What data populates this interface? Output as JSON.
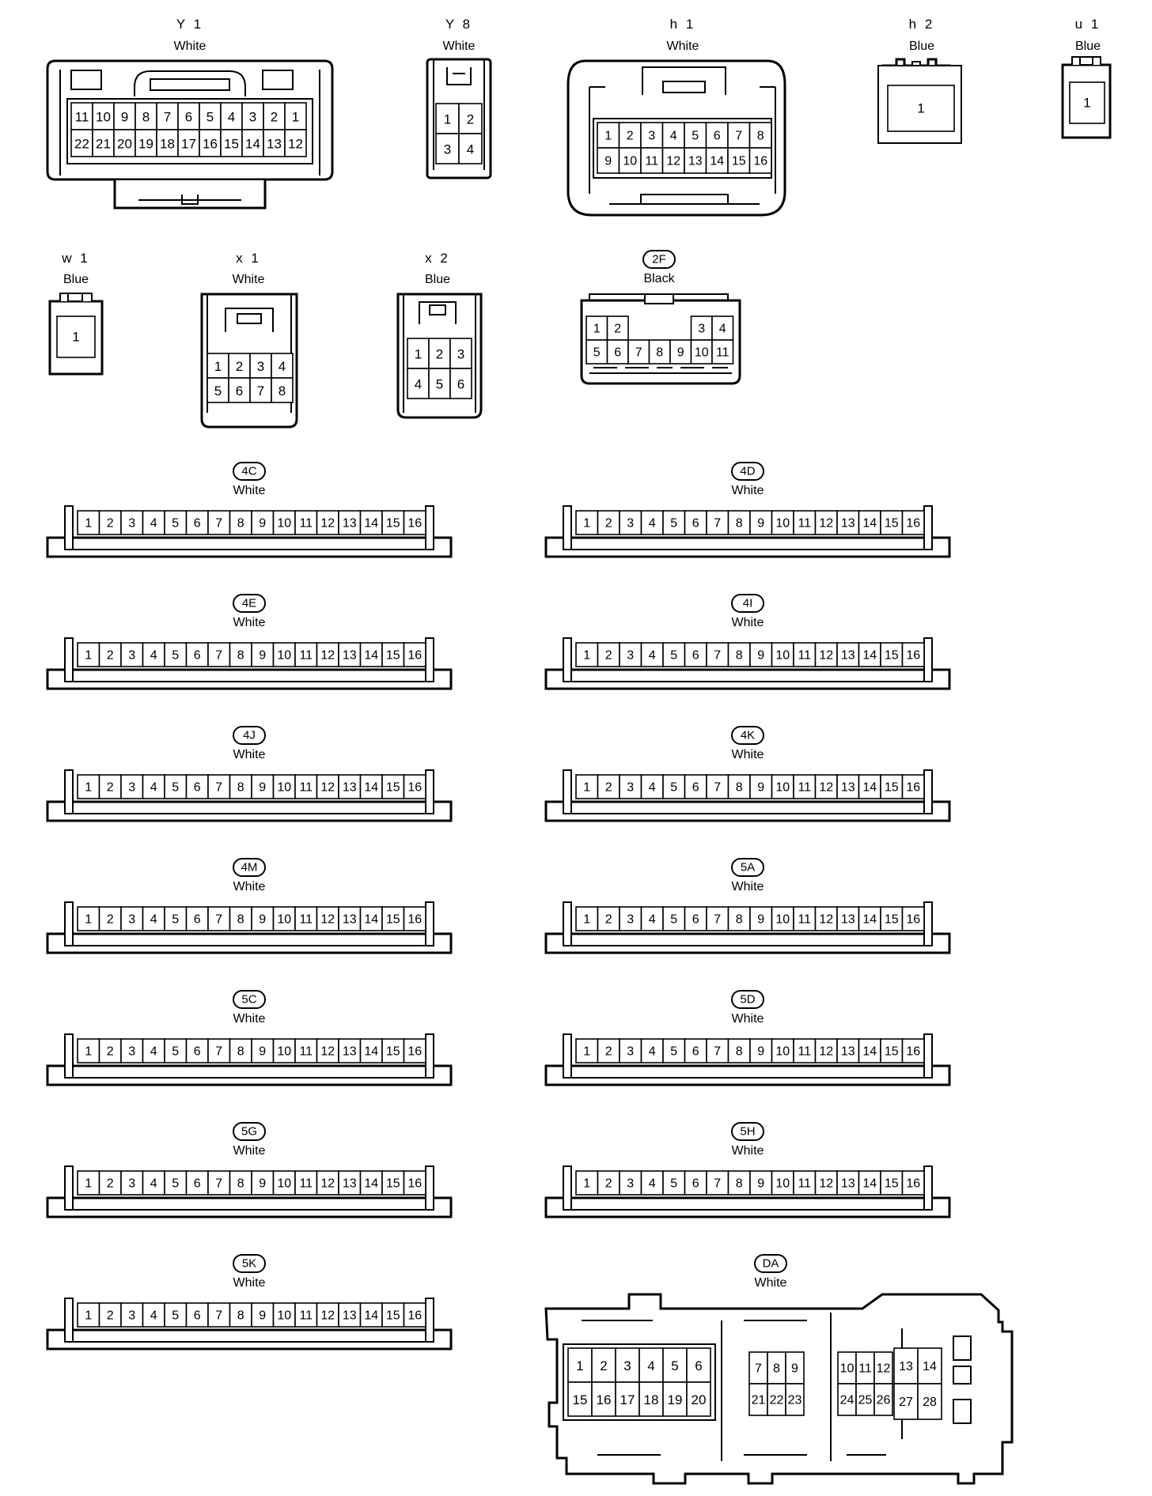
{
  "connectors": {
    "Y1": {
      "name": "Y 1",
      "color": "White",
      "rows": [
        [
          "11",
          "10",
          "9",
          "8",
          "7",
          "6",
          "5",
          "4",
          "3",
          "2",
          "1"
        ],
        [
          "22",
          "21",
          "20",
          "19",
          "18",
          "17",
          "16",
          "15",
          "14",
          "13",
          "12"
        ]
      ]
    },
    "Y8": {
      "name": "Y 8",
      "color": "White",
      "rows": [
        [
          "1",
          "2"
        ],
        [
          "3",
          "4"
        ]
      ]
    },
    "h1": {
      "name": "h 1",
      "color": "White",
      "rows": [
        [
          "1",
          "2",
          "3",
          "4",
          "5",
          "6",
          "7",
          "8"
        ],
        [
          "9",
          "10",
          "11",
          "12",
          "13",
          "14",
          "15",
          "16"
        ]
      ]
    },
    "h2": {
      "name": "h 2",
      "color": "Blue",
      "pins": [
        "1"
      ]
    },
    "u1": {
      "name": "u 1",
      "color": "Blue",
      "pins": [
        "1"
      ]
    },
    "w1": {
      "name": "w 1",
      "color": "Blue",
      "pins": [
        "1"
      ]
    },
    "x1": {
      "name": "x 1",
      "color": "White",
      "rows": [
        [
          "1",
          "2",
          "3",
          "4"
        ],
        [
          "5",
          "6",
          "7",
          "8"
        ]
      ]
    },
    "x2": {
      "name": "x 2",
      "color": "Blue",
      "rows": [
        [
          "1",
          "2",
          "3"
        ],
        [
          "4",
          "5",
          "6"
        ]
      ]
    },
    "2F": {
      "name": "2F",
      "color": "Black",
      "rows": [
        [
          "1",
          "2",
          "",
          "",
          "",
          "3",
          "4"
        ],
        [
          "5",
          "6",
          "7",
          "8",
          "9",
          "10",
          "11"
        ]
      ]
    },
    "DA": {
      "name": "DA",
      "color": "White",
      "blocks": [
        [
          [
            "1",
            "2",
            "3",
            "4",
            "5",
            "6"
          ],
          [
            "15",
            "16",
            "17",
            "18",
            "19",
            "20"
          ]
        ],
        [
          [
            "7",
            "8",
            "9"
          ],
          [
            "21",
            "22",
            "23"
          ]
        ],
        [
          [
            "10",
            "11",
            "12"
          ],
          [
            "24",
            "25",
            "26"
          ]
        ],
        [
          [
            "13",
            "14"
          ],
          [
            "27",
            "28"
          ]
        ]
      ]
    }
  },
  "strip_connectors": [
    {
      "name": "4C",
      "color": "White"
    },
    {
      "name": "4D",
      "color": "White"
    },
    {
      "name": "4E",
      "color": "White"
    },
    {
      "name": "4I",
      "color": "White"
    },
    {
      "name": "4J",
      "color": "White"
    },
    {
      "name": "4K",
      "color": "White"
    },
    {
      "name": "4M",
      "color": "White"
    },
    {
      "name": "5A",
      "color": "White"
    },
    {
      "name": "5C",
      "color": "White"
    },
    {
      "name": "5D",
      "color": "White"
    },
    {
      "name": "5G",
      "color": "White"
    },
    {
      "name": "5H",
      "color": "White"
    },
    {
      "name": "5K",
      "color": "White"
    }
  ],
  "strip_pins": [
    "1",
    "2",
    "3",
    "4",
    "5",
    "6",
    "7",
    "8",
    "9",
    "10",
    "11",
    "12",
    "13",
    "14",
    "15",
    "16"
  ]
}
